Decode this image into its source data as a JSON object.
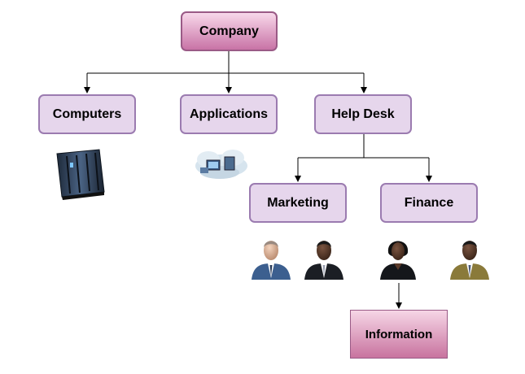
{
  "nodes": {
    "root": "Company",
    "computers": "Computers",
    "applications": "Applications",
    "help_desk": "Help Desk",
    "marketing": "Marketing",
    "finance": "Finance",
    "information": "Information"
  },
  "colors": {
    "root_fill_top": "#f8d8ea",
    "root_fill_bottom": "#c873a6",
    "box_fill": "#e6d6ec",
    "box_border": "#9b7bb0",
    "connector": "#000000"
  },
  "icons": [
    "server-rack-icon",
    "cloud-network-icon",
    "person-icon"
  ]
}
